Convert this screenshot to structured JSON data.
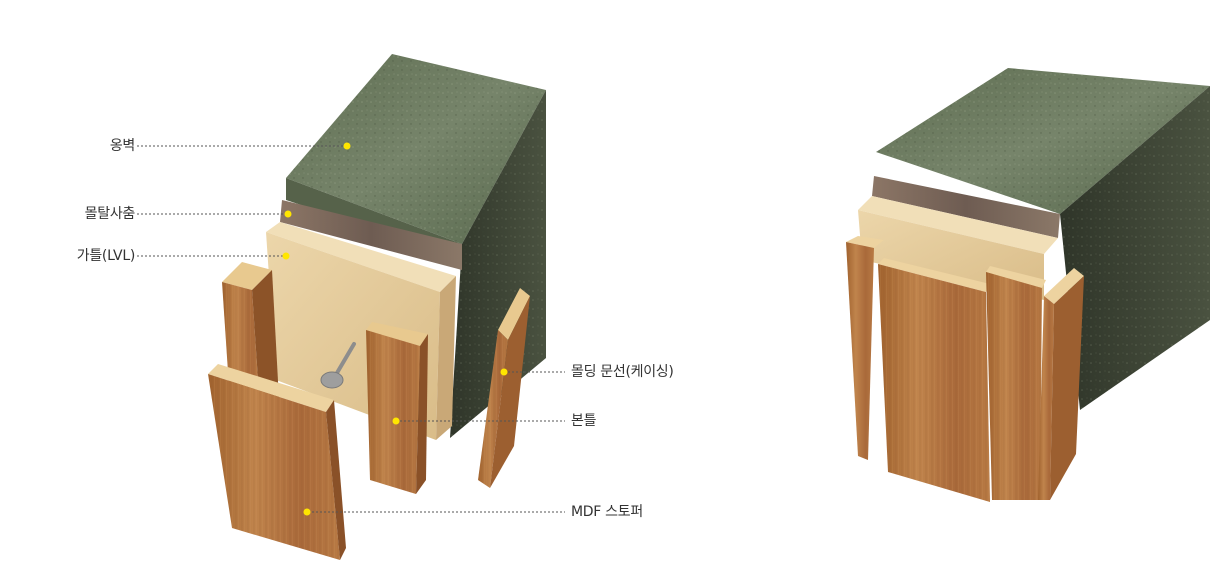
{
  "labels": {
    "wall": "옹벽",
    "mortar": "몰탈사춤",
    "subframe": "가틀(LVL)",
    "molding": "몰딩 문선(케이싱)",
    "mainframe": "본틀",
    "stopper": "MDF 스토퍼"
  },
  "colors": {
    "marker": "#ffe600",
    "leader": "#555555",
    "concrete_top": "#6a7a5c",
    "concrete_side": "#3e4636",
    "mortar": "#7a6a5e",
    "lvl": "#e4c99a",
    "wood": "#b0733d",
    "wood_edge": "#e8c98f"
  }
}
